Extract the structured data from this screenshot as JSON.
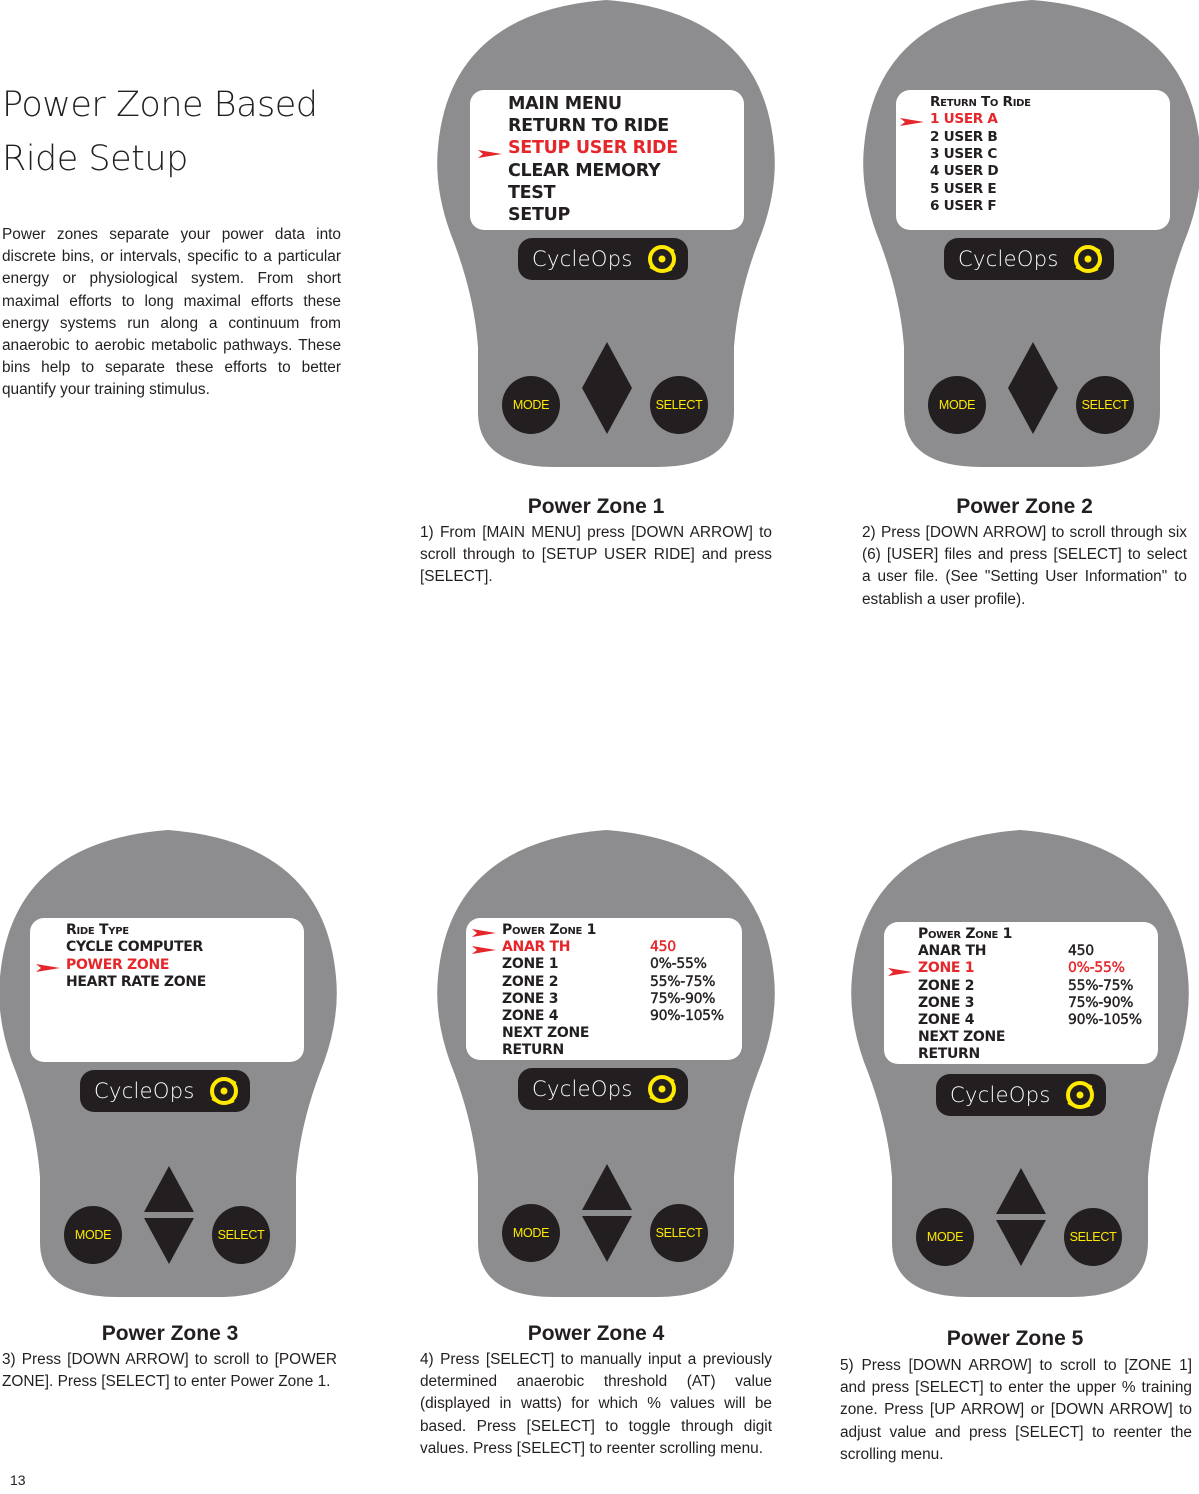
{
  "page": {
    "title_line1": "Power Zone Based",
    "title_line2": "Ride Setup",
    "intro": "Power zones separate your power data into discrete bins, or intervals, specific to a particular energy or physiological system. From short maximal efforts to long maximal efforts these energy systems run along a continuum from anaerobic to aerobic metabolic pathways. These bins help to separate these efforts to better quantify your training stimulus.",
    "page_number": "13"
  },
  "colors": {
    "device_body": "#8d8d8f",
    "screen_bg": "#ffffff",
    "highlight_red": "#e5262a",
    "button_label_yellow": "#ffea00",
    "button_dark": "#231f20"
  },
  "device": {
    "brand": "CycleOps",
    "mode_label": "MODE",
    "select_label": "SELECT"
  },
  "steps": [
    {
      "title": "Power Zone 1",
      "text": "1) From [MAIN MENU] press [DOWN ARROW] to scroll through to [SETUP USER RIDE] and press [SELECT].",
      "screen": {
        "rows": [
          {
            "label": "MAIN MENU",
            "value": ""
          },
          {
            "label": "RETURN TO RIDE",
            "value": ""
          },
          {
            "label": "SETUP USER RIDE",
            "value": "",
            "selected": true
          },
          {
            "label": "CLEAR MEMORY",
            "value": ""
          },
          {
            "label": "TEST",
            "value": ""
          },
          {
            "label": "SETUP",
            "value": ""
          }
        ]
      }
    },
    {
      "title": "Power Zone 2",
      "text": "2) Press [DOWN ARROW] to scroll through six (6) [USER] files and press [SELECT] to select a user file.  (See \"Setting User Information\" to establish a user profile).",
      "screen": {
        "rows": [
          {
            "label": "Return To Ride",
            "value": ""
          },
          {
            "label": "1 USER A",
            "value": "",
            "selected": true
          },
          {
            "label": "2 USER B",
            "value": ""
          },
          {
            "label": "3 USER C",
            "value": ""
          },
          {
            "label": "4 USER D",
            "value": ""
          },
          {
            "label": "5 USER E",
            "value": ""
          },
          {
            "label": "6 USER F",
            "value": ""
          }
        ]
      }
    },
    {
      "title": "Power Zone 3",
      "text": "3) Press [DOWN ARROW] to scroll to [POWER ZONE].  Press [SELECT] to enter Power Zone 1.",
      "screen": {
        "rows": [
          {
            "label": "Ride Type",
            "value": ""
          },
          {
            "label": "CYCLE COMPUTER",
            "value": ""
          },
          {
            "label": "POWER ZONE",
            "value": "",
            "selected": true
          },
          {
            "label": "HEART RATE ZONE",
            "value": ""
          }
        ]
      }
    },
    {
      "title": "Power Zone 4",
      "text": "4) Press [SELECT] to manually input a previously determined anaerobic threshold (AT) value (displayed in watts) for which % values will be based. Press [SELECT] to toggle through digit values.    Press [SELECT] to reenter scrolling menu.",
      "screen": {
        "rows": [
          {
            "label": "Power Zone 1",
            "value": "",
            "arrow": true
          },
          {
            "label": "ANAR TH",
            "value": "450",
            "selected": true
          },
          {
            "label": "ZONE 1",
            "value": "0%-55%"
          },
          {
            "label": "ZONE 2",
            "value": "55%-75%"
          },
          {
            "label": "ZONE 3",
            "value": "75%-90%"
          },
          {
            "label": "ZONE 4",
            "value": "90%-105%"
          },
          {
            "label": "NEXT ZONE",
            "value": ""
          },
          {
            "label": "RETURN",
            "value": ""
          }
        ]
      }
    },
    {
      "title": "Power Zone 5",
      "text": "5) Press [DOWN ARROW] to scroll to [ZONE 1] and press [SELECT] to enter the upper % training zone.  Press [UP ARROW] or [DOWN ARROW] to adjust value and press [SELECT] to reenter the scrolling menu.",
      "screen": {
        "rows": [
          {
            "label": "Power Zone 1",
            "value": ""
          },
          {
            "label": "ANAR TH",
            "value": "450"
          },
          {
            "label": "ZONE 1",
            "value": "0%-55%",
            "selected": true
          },
          {
            "label": "ZONE 2",
            "value": "55%-75%"
          },
          {
            "label": "ZONE 3",
            "value": "75%-90%"
          },
          {
            "label": "ZONE 4",
            "value": "90%-105%"
          },
          {
            "label": "NEXT ZONE",
            "value": ""
          },
          {
            "label": "RETURN",
            "value": ""
          }
        ]
      }
    }
  ]
}
